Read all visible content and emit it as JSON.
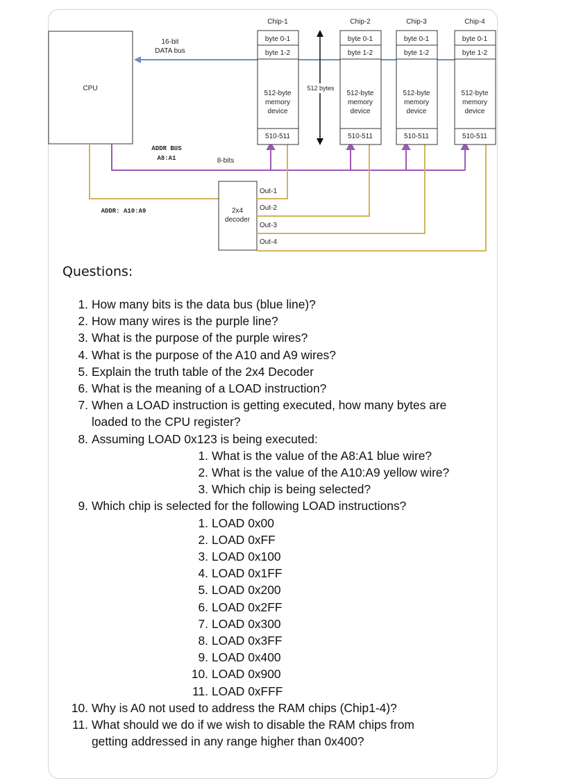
{
  "diagram": {
    "cpu_label": "CPU",
    "data_bus_label_1": "16-bit",
    "data_bus_label_2": "DATA bus",
    "addr_bus_label_1": "ADDR BUS",
    "addr_bus_label_2": "A8:A1",
    "eight_bits_label": "8-bits",
    "addr_decoder_label": "ADDR: A10:A9",
    "decoder_label_1": "2x4",
    "decoder_label_2": "decoder",
    "decoder_outputs": [
      "Out-1",
      "Out-2",
      "Out-3",
      "Out-4"
    ],
    "size_label": "512 bytes",
    "chips": [
      {
        "name": "Chip-1",
        "row1": "byte 0-1",
        "row2": "byte 1-2",
        "desc1": "512-byte",
        "desc2": "memory",
        "desc3": "device",
        "last": "510-511"
      },
      {
        "name": "Chip-2",
        "row1": "byte 0-1",
        "row2": "byte 1-2",
        "desc1": "512-byte",
        "desc2": "memory",
        "desc3": "device",
        "last": "510-511"
      },
      {
        "name": "Chip-3",
        "row1": "byte 0-1",
        "row2": "byte 1-2",
        "desc1": "512-byte",
        "desc2": "memory",
        "desc3": "device",
        "last": "510-511"
      },
      {
        "name": "Chip-4",
        "row1": "byte 0-1",
        "row2": "byte 1-2",
        "desc1": "512-byte",
        "desc2": "memory",
        "desc3": "device",
        "last": "510-511"
      }
    ],
    "colors": {
      "data_bus": "#6b8fc4",
      "addr_bus": "#9b59b6",
      "decoder_wire": "#d4b25a"
    }
  },
  "questions_title": "Questions:",
  "questions": [
    {
      "num": "1.",
      "text": "How many bits is the data bus (blue line)?"
    },
    {
      "num": "2.",
      "text": "How many wires is the purple line?"
    },
    {
      "num": "3.",
      "text": "What is the purpose of the purple wires?"
    },
    {
      "num": "4.",
      "text": "What is the purpose of the A10 and A9 wires?"
    },
    {
      "num": "5.",
      "text": "Explain the truth table of the 2x4 Decoder"
    },
    {
      "num": "6.",
      "text": "What is the meaning of a LOAD instruction?"
    },
    {
      "num": "7.",
      "text": "When a LOAD instruction is getting executed, how many bytes are loaded to the CPU register?"
    },
    {
      "num": "8.",
      "text": "Assuming LOAD 0x123 is being executed:",
      "sub": [
        {
          "num": "1.",
          "text": "What is the value of the A8:A1 blue wire?"
        },
        {
          "num": "2.",
          "text": "What is the value of the A10:A9 yellow wire?"
        },
        {
          "num": "3.",
          "text": "Which chip is being selected?"
        }
      ]
    },
    {
      "num": "9.",
      "text": "Which chip is selected for the following LOAD instructions?",
      "sub": [
        {
          "num": "1.",
          "text": "LOAD 0x00"
        },
        {
          "num": "2.",
          "text": "LOAD 0xFF"
        },
        {
          "num": "3.",
          "text": "LOAD 0x100"
        },
        {
          "num": "4.",
          "text": "LOAD 0x1FF"
        },
        {
          "num": "5.",
          "text": "LOAD 0x200"
        },
        {
          "num": "6.",
          "text": "LOAD 0x2FF"
        },
        {
          "num": "7.",
          "text": "LOAD 0x300"
        },
        {
          "num": "8.",
          "text": "LOAD 0x3FF"
        },
        {
          "num": "9.",
          "text": "LOAD 0x400"
        },
        {
          "num": "10.",
          "text": "LOAD 0x900"
        },
        {
          "num": "11.",
          "text": "LOAD 0xFFF"
        }
      ]
    },
    {
      "num": "10.",
      "text": "Why is A0 not used to address the RAM chips (Chip1-4)?"
    },
    {
      "num": "11.",
      "text": "What should we do if we wish to disable the RAM chips from getting addressed in any range higher than 0x400?"
    }
  ]
}
